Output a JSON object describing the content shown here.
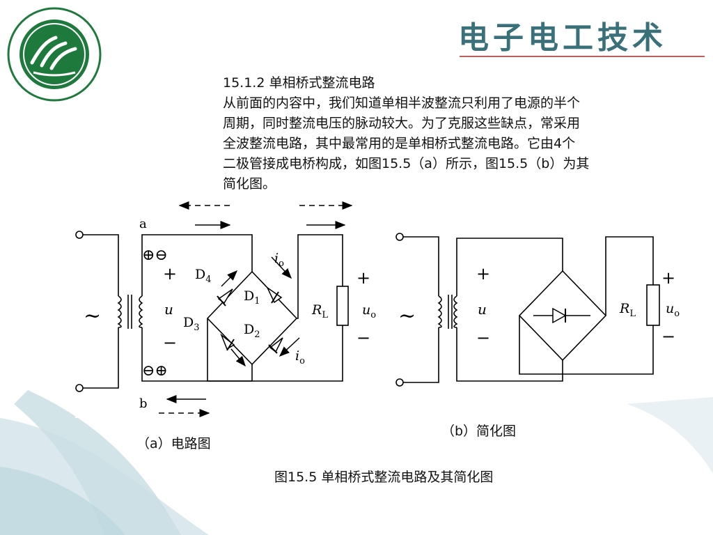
{
  "banner": {
    "title": "电子电工技术"
  },
  "section": {
    "heading": "15.1.2  单相桥式整流电路"
  },
  "paragraph": [
    "从前面的内容中，我们知道单相半波整流只利用了电源的半个",
    "周期，同时整流电压的脉动较大。为了克服这些缺点，常采用",
    "全波整流电路，其中最常用的是单相桥式整流电路。它由4个",
    "二极管接成电桥构成，如图15.5（a）所示，图15.5（b）为其",
    "简化图。"
  ],
  "circuit_a": {
    "node_a": "a",
    "node_b": "b",
    "top_pol": "⊕⊖",
    "bot_pol": "⊖⊕",
    "plus": "+",
    "minus": "−",
    "tilde": "~",
    "u": "u",
    "D4": "D",
    "D4_sub": "4",
    "D1": "D",
    "D1_sub": "1",
    "D3": "D",
    "D3_sub": "3",
    "D2": "D",
    "D2_sub": "2",
    "io": "i",
    "io_sub": "o",
    "RL": "R",
    "RL_sub": "L",
    "uo": "u",
    "uo_sub": "o"
  },
  "circuit_b": {
    "plus": "+",
    "minus": "−",
    "tilde": "~",
    "u": "u",
    "RL": "R",
    "RL_sub": "L",
    "uo": "u",
    "uo_sub": "o"
  },
  "captions": {
    "a": "（a）电路图",
    "b": "（b）简化图",
    "figure": "图15.5  单相桥式整流电路及其简化图"
  },
  "colors": {
    "banner_text": "#39707a",
    "banner_rule": "#c25b5b",
    "logo_green": "#1e7a3c",
    "leaf": "#cfe0e6"
  }
}
